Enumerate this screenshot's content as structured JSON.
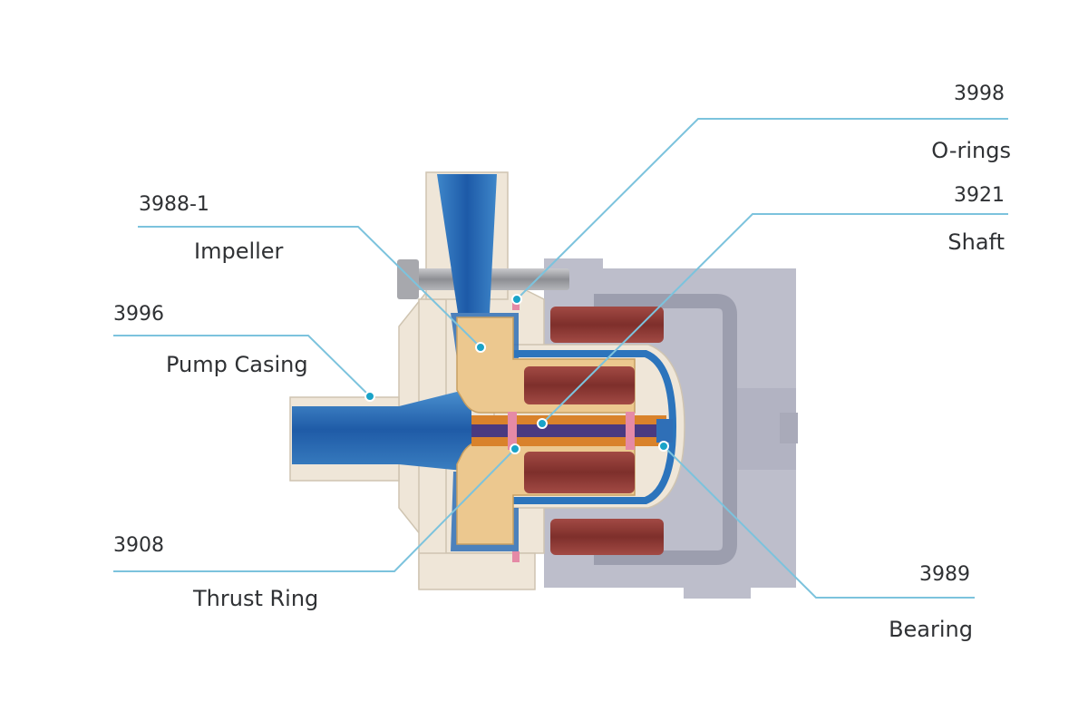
{
  "callouts": [
    {
      "id": "impeller",
      "number": "3988-1",
      "name": "Impeller"
    },
    {
      "id": "pump-casing",
      "number": "3996",
      "name": "Pump Casing"
    },
    {
      "id": "thrust-ring",
      "number": "3908",
      "name": "Thrust Ring"
    },
    {
      "id": "o-rings",
      "number": "3998",
      "name": "O-rings"
    },
    {
      "id": "shaft",
      "number": "3921",
      "name": "Shaft"
    },
    {
      "id": "bearing",
      "number": "3989",
      "name": "Bearing"
    }
  ],
  "colors": {
    "leader": "#7cc3dd",
    "dot": "#1aa3c8",
    "casing": "#efe6d8",
    "impeller": "#ecc88f",
    "flow_blue": "#2f6fb7",
    "magnet": "#8f3b36",
    "motor_housing": "#b7b8c7",
    "shaft_orange": "#d9822b"
  }
}
